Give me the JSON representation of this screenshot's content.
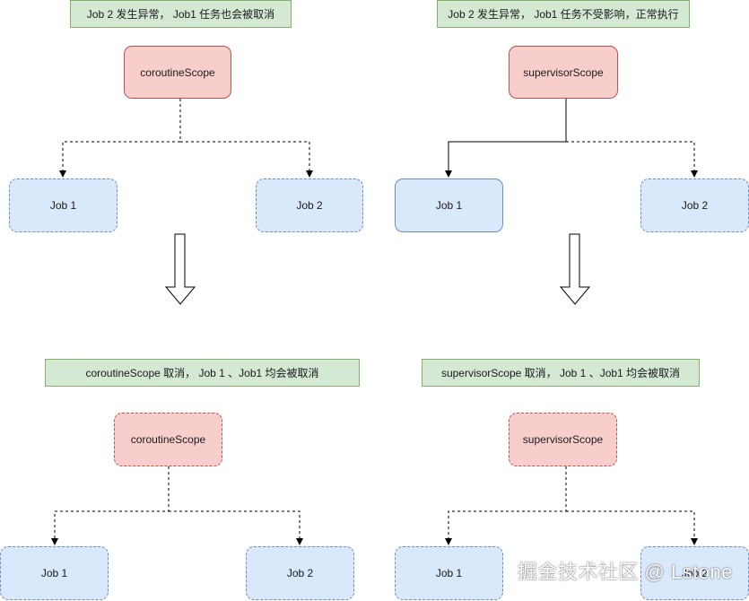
{
  "top_left": {
    "note": "Job 2 发生异常， Job1 任务也会被取消",
    "scope": "coroutineScope",
    "job1": "Job 1",
    "job2": "Job 2"
  },
  "top_right": {
    "note": "Job 2 发生异常， Job1 任务不受影响，正常执行",
    "scope": "supervisorScope",
    "job1": "Job 1",
    "job2": "Job 2"
  },
  "bottom_left": {
    "note": "coroutineScope 取消， Job 1 、Job1 均会被取消",
    "scope": "coroutineScope",
    "job1": "Job 1",
    "job2": "Job 2"
  },
  "bottom_right": {
    "note": "supervisorScope 取消， Job 1 、Job1 均会被取消",
    "scope": "supervisorScope",
    "job1": "Job 1",
    "job2": "Job 2"
  },
  "watermark": "掘金技术社区 @ Lstone",
  "colors": {
    "note_fill": "#d5e8d4",
    "note_border": "#82b366",
    "scope_fill": "#f8cecc",
    "scope_border": "#b85450",
    "job_fill": "#dae8fc",
    "job_border": "#6c8ebf"
  }
}
